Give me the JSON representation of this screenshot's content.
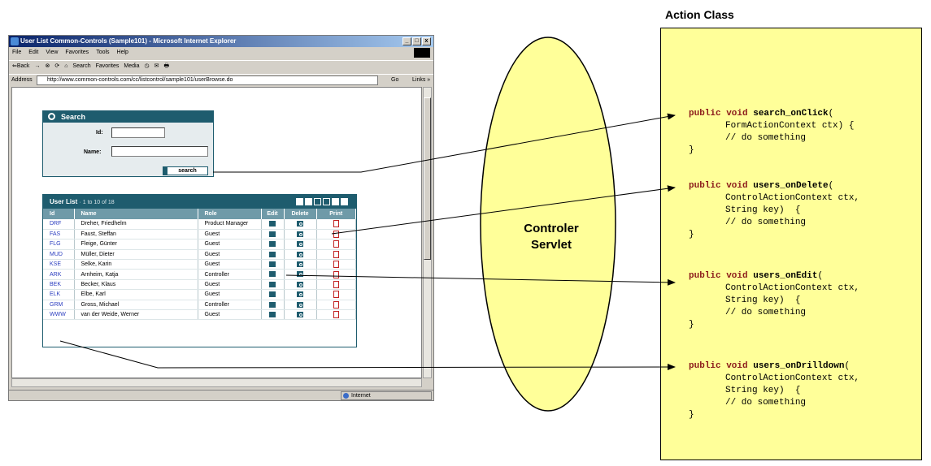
{
  "browser": {
    "title": "User List Common-Controls (Sample101) - Microsoft Internet Explorer",
    "window_buttons": [
      "_",
      "□",
      "x"
    ],
    "menu": [
      "File",
      "Edit",
      "View",
      "Favorites",
      "Tools",
      "Help"
    ],
    "toolbar": [
      "⇐Back",
      "→",
      "⊗",
      "⟳",
      "⌂",
      "Search",
      "Favorites",
      "Media",
      "◷",
      "✉",
      "🖶"
    ],
    "address_label": "Address",
    "address_url": "http://www.common-controls.com/cc/listcontrol/sample101/userBrowse.do",
    "go_label": "Go",
    "links_label": "Links »",
    "status_zone": "Internet"
  },
  "search_panel": {
    "title": "Search",
    "id_label": "Id:",
    "name_label": "Name:",
    "id_value": "",
    "name_value": "",
    "button_label": "search"
  },
  "user_list": {
    "title": "User List",
    "range": "· 1 to 10 of 18",
    "columns": [
      "Id",
      "Name",
      "Role",
      "Edit",
      "Delete",
      "Print"
    ],
    "rows": [
      {
        "id": "DRF",
        "name": "Dreher, Friedhelm",
        "role": "Product Manager"
      },
      {
        "id": "FAS",
        "name": "Faust, Steffan",
        "role": "Guest"
      },
      {
        "id": "FLG",
        "name": "Fleige, Günter",
        "role": "Guest"
      },
      {
        "id": "MUD",
        "name": "Müller, Dieter",
        "role": "Guest"
      },
      {
        "id": "KSE",
        "name": "Selke, Karin",
        "role": "Guest"
      },
      {
        "id": "ARK",
        "name": "Arnheim, Katja",
        "role": "Controller"
      },
      {
        "id": "BEK",
        "name": "Becker, Klaus",
        "role": "Guest"
      },
      {
        "id": "ELK",
        "name": "Elbe, Karl",
        "role": "Guest"
      },
      {
        "id": "GRM",
        "name": "Gross, Michael",
        "role": "Controller"
      },
      {
        "id": "WWW",
        "name": "van der Weide, Werner",
        "role": "Guest"
      }
    ]
  },
  "servlet": {
    "line1": "Controler",
    "line2": "Servlet"
  },
  "action_class": {
    "title": "Action Class",
    "methods": [
      {
        "kw": "public void ",
        "name": "search_onClick",
        "open": "(",
        "params": [
          "FormActionContext ctx) {"
        ],
        "body": "// do something",
        "close": "}"
      },
      {
        "kw": "public void ",
        "name": "users_onDelete",
        "open": "(",
        "params": [
          "ControlActionContext ctx,",
          "String key)  {"
        ],
        "body": "// do something",
        "close": "}"
      },
      {
        "kw": "public void ",
        "name": "users_onEdit",
        "open": "(",
        "params": [
          "ControlActionContext ctx,",
          "String key)  {"
        ],
        "body": "// do something",
        "close": "}"
      },
      {
        "kw": "public void ",
        "name": "users_onDrilldown",
        "open": "(",
        "params": [
          "ControlActionContext ctx,",
          "String key)  {"
        ],
        "body": "// do something",
        "close": "}"
      }
    ]
  },
  "colors": {
    "panel_header": "#1e5c6e",
    "ellipse_fill": "#ffff99",
    "action_fill": "#ffff99",
    "keyword": "#8b1a1a"
  }
}
